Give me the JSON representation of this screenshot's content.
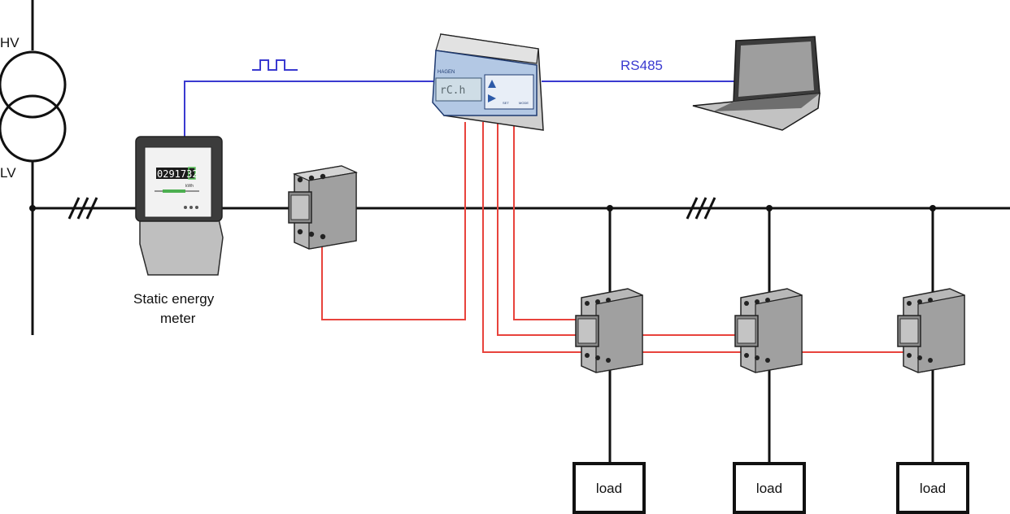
{
  "labels": {
    "hv": "HV",
    "lv": "LV",
    "meter_caption_line1": "Static energy",
    "meter_caption_line2": "meter",
    "rs485": "RS485",
    "meter_counter": "0291732",
    "meter_unit": "kWh",
    "controller_display": "rC.h",
    "controller_brand": "HAGEN",
    "controller_btn_set": "SET",
    "controller_btn_mode": "MODE"
  },
  "loads": [
    {
      "label": "load"
    },
    {
      "label": "load"
    },
    {
      "label": "load"
    }
  ],
  "colors": {
    "power_line": "#111111",
    "pulse_line": "#3a3ad0",
    "control_wire": "#e8433c",
    "device_gray": "#a6a6a6"
  }
}
